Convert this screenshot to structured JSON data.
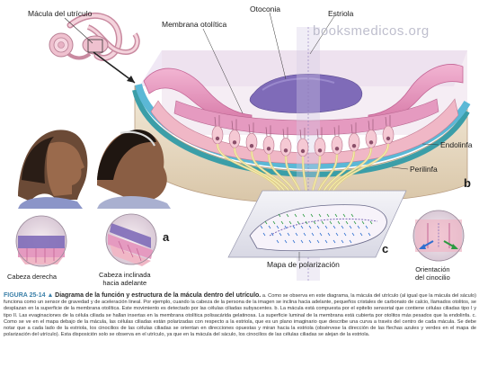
{
  "labels": {
    "macula_utriculo": "Mácula del utrículo",
    "otoconia": "Otoconia",
    "estriola": "Estriola",
    "membrana_otolitica": "Membrana otolítica",
    "endolinfa": "Endolinfa",
    "perilinfa": "Perilinfa",
    "mapa_polarizacion": "Mapa de polarización",
    "cabeza_derecha": "Cabeza derecha",
    "cabeza_inclinada_l1": "Cabeza inclinada",
    "cabeza_inclinada_l2": "hacia adelante",
    "orientacion_l1": "Orientación",
    "orientacion_l2": "del cinocilio",
    "panel_a": "a",
    "panel_b": "b",
    "panel_c": "c"
  },
  "watermark": "booksmedicos.org",
  "caption": {
    "figure_number": "FIGURA 25-14 ▲",
    "title": "Diagrama de la función y estructura de la mácula dentro del utrículo.",
    "body": "a. Como se observa en este diagrama, la mácula del utrículo (al igual que la mácula del sáculo) funciona como un sensor de gravedad y de aceleración lineal. Por ejemplo, cuando la cabeza de la persona de la imagen se inclina hacia adelante, pequeños cristales de carbonato de calcio, llamados otolitos, se desplazan en la superficie de la membrana otolítica. Este movimiento es detectado por las células ciliadas subyacentes. b. La mácula está compuesta por el epitelio sensorial que contiene células ciliadas tipo I y tipo II. Las evaginaciones de la célula ciliada se hallan insertas en la membrana otolítica polisacárida gelatinosa. La superficie luminal de la membrana está cubierta por otolitos más pesados que la endolinfa. c. Como se ve en el mapa debajo de la mácula, las células ciliadas están polarizadas con respecto a la estriola, que es un plano imaginario que describe una curva a través del centro de cada mácula. Se debe notar que a cada lado de la estriola, los cinocilios de las células ciliadas se orientan en direcciones opuestas y miran hacia la estriola (obsérvese la dirección de las flechas azules y verdes en el mapa de polarización del utrículo). Esta disposición solo se observa en el utrículo, ya que en la mácula del sáculo, los cinocilios de las células ciliadas se alejan de la estriola."
  },
  "colors": {
    "membrane_pink": "#e59ac0",
    "otoconia_purple": "#7f6bb8",
    "cell_pink": "#f0b7c6",
    "nerve_yellow": "#e9dd8c",
    "endolymph_blue": "#5bb8d6",
    "perilymph_teal": "#3b9ea8",
    "bone_beige": "#e8d9c4",
    "caption_blue": "#3a7fa8"
  }
}
